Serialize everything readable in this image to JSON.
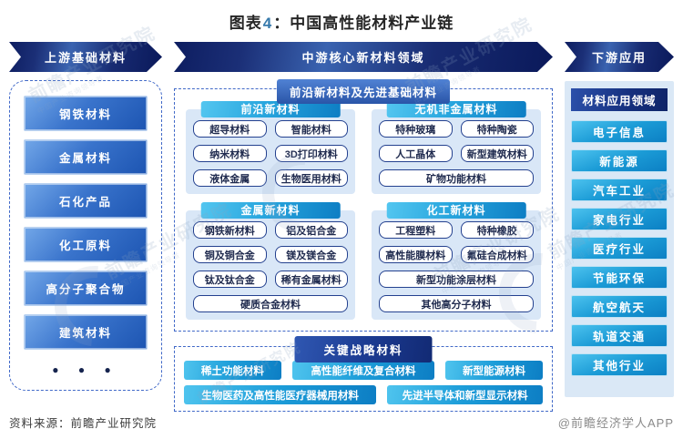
{
  "title": {
    "text_before_number": "图表",
    "number": "4",
    "text_after_number": "：中国高性能材料产业链"
  },
  "upstream": {
    "header": "上游基础材料",
    "items": [
      "钢铁材料",
      "金属材料",
      "石化产品",
      "化工原料",
      "高分子聚合物",
      "建筑材料"
    ],
    "ellipsis": "● ● ●"
  },
  "midstream": {
    "header": "中游核心新材料领域",
    "section1": {
      "title": "前沿新材料及先进基础材料",
      "panels": [
        {
          "title": "前沿新材料",
          "rows": [
            [
              "超导材料",
              "智能材料"
            ],
            [
              "纳米材料",
              "3D打印材料"
            ],
            [
              "液体金属",
              "生物医用材料"
            ]
          ]
        },
        {
          "title": "无机非金属材料",
          "rows": [
            [
              "特种玻璃",
              "特种陶瓷"
            ],
            [
              "人工晶体",
              "新型建筑材料"
            ],
            [
              "矿物功能材料"
            ]
          ]
        },
        {
          "title": "金属新材料",
          "rows": [
            [
              "钢铁新材料",
              "铝及铝合金"
            ],
            [
              "铜及铜合金",
              "镁及镁合金"
            ],
            [
              "钛及钛合金",
              "稀有金属材料"
            ],
            [
              "硬质合金材料"
            ]
          ]
        },
        {
          "title": "化工新材料",
          "rows": [
            [
              "工程塑料",
              "特种橡胶"
            ],
            [
              "高性能膜材料",
              "氟硅合成材料"
            ],
            [
              "新型功能涂层材料"
            ],
            [
              "其他高分子材料"
            ]
          ]
        }
      ]
    },
    "section2": {
      "title": "关键战略材料",
      "rows": [
        [
          "稀土功能材料",
          "高性能纤维及复合材料",
          "新型能源材料"
        ],
        [
          "生物医药及高性能医疗器械用材料",
          "先进半导体和新型显示材料"
        ]
      ]
    }
  },
  "downstream": {
    "header": "下游应用",
    "panel_title": "材料应用领域",
    "items": [
      "电子信息",
      "新能源",
      "汽车工业",
      "家电行业",
      "医疗行业",
      "节能环保",
      "航空航天",
      "轨道交通",
      "其他行业"
    ]
  },
  "footer": {
    "source": "资料来源：前瞻产业研究院",
    "credit": "@前瞻经济学人APP"
  },
  "watermark": {
    "text": "前瞻产业研究院",
    "subtext": "中国产业咨询领导者"
  },
  "colors": {
    "banner_navy": "#16296f",
    "upstream_box_blue": "#2e6ac6",
    "panel_bg_blue": "#d9e7f7",
    "cyan_accent": "#1c9cd8",
    "item_border_navy": "#24418f",
    "title_number_teal": "#3679ab"
  }
}
